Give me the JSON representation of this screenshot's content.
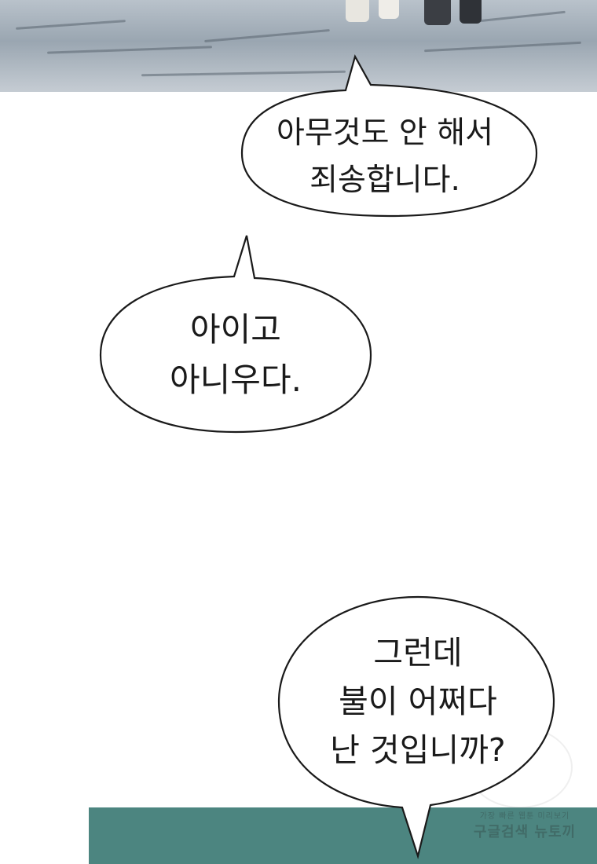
{
  "bubbles": {
    "one": {
      "line1": "아무것도 안 해서",
      "line2": "죄송합니다."
    },
    "two": {
      "line1": "아이고",
      "line2": "아니우다."
    },
    "three": {
      "line1": "그런데",
      "line2": "불이 어쩌다",
      "line3": "난 것입니까?"
    }
  },
  "watermark": {
    "tagline": "가장 빠른 웹툰 미리보기",
    "brand": "구글검색 뉴토끼"
  },
  "colors": {
    "background": "#ffffff",
    "bubble_fill": "#ffffff",
    "bubble_outline": "#1a1a1a",
    "teal_strip": "#4c8580"
  }
}
